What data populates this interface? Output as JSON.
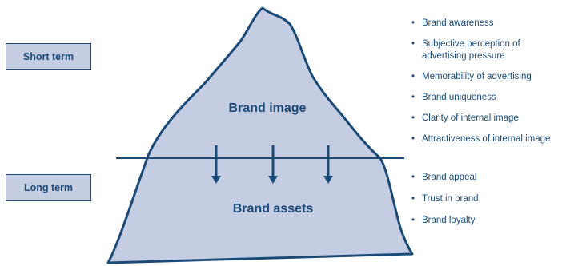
{
  "terms": {
    "short": "Short term",
    "long": "Long term"
  },
  "iceberg": {
    "upper_label": "Brand image",
    "lower_label": "Brand assets"
  },
  "short_term_items": [
    "Brand awareness",
    "Subjective perception of advertising pressure",
    "Memorability of advertising",
    "Brand uniqueness",
    "Clarity of internal image",
    "Attractiveness of internal image"
  ],
  "long_term_items": [
    "Brand appeal",
    "Trust in brand",
    "Brand loyalty"
  ],
  "colors": {
    "fill": "#c5cde3",
    "stroke": "#1a4a78"
  }
}
